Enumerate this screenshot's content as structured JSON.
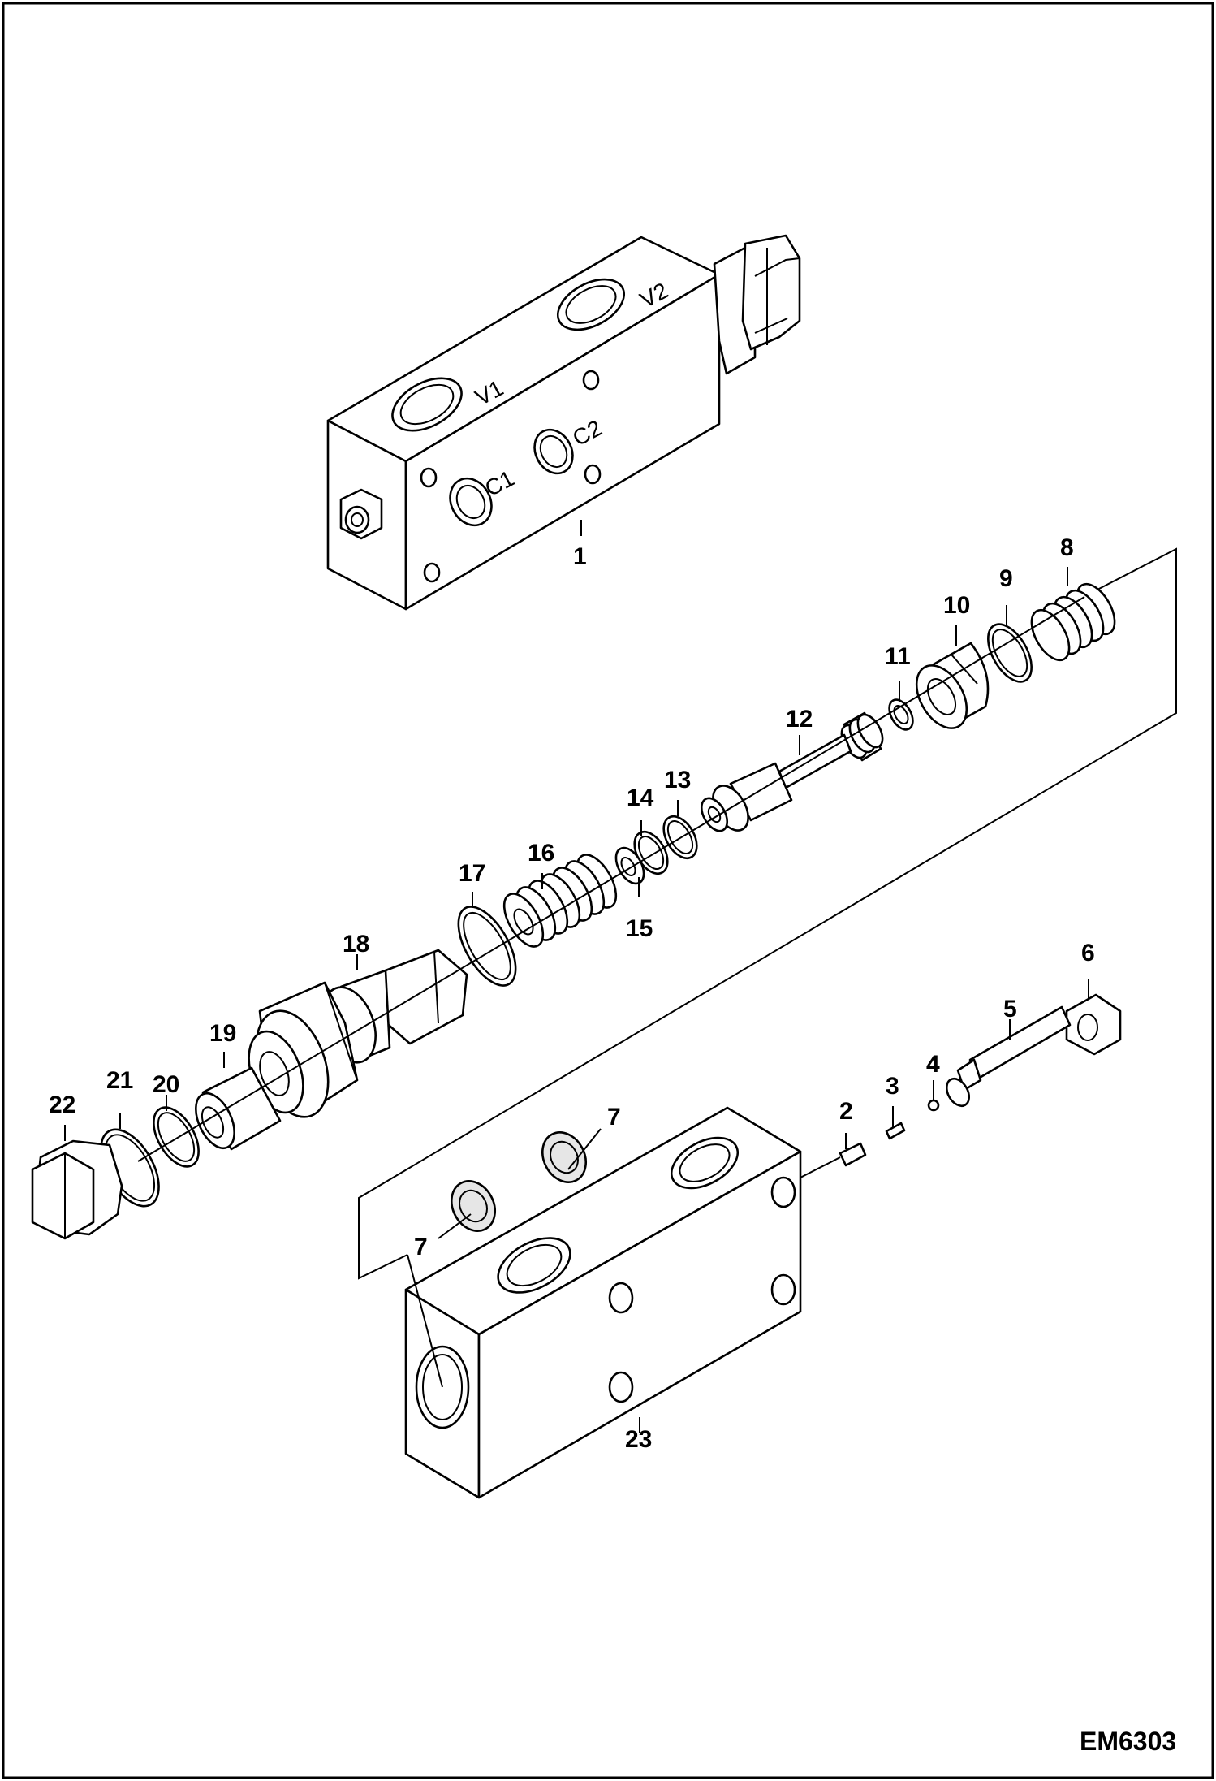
{
  "drawing": {
    "id": "EM6303",
    "ports": {
      "v1": "V1",
      "v2": "V2",
      "c1": "C1",
      "c2": "C2"
    },
    "callouts": {
      "c1": "1",
      "c2": "2",
      "c3": "3",
      "c4": "4",
      "c5": "5",
      "c6": "6",
      "c7a": "7",
      "c7b": "7",
      "c8": "8",
      "c9": "9",
      "c10": "10",
      "c11": "11",
      "c12": "12",
      "c13": "13",
      "c14": "14",
      "c15": "15",
      "c16": "16",
      "c17": "17",
      "c18": "18",
      "c19": "19",
      "c20": "20",
      "c21": "21",
      "c22": "22",
      "c23": "23"
    }
  }
}
